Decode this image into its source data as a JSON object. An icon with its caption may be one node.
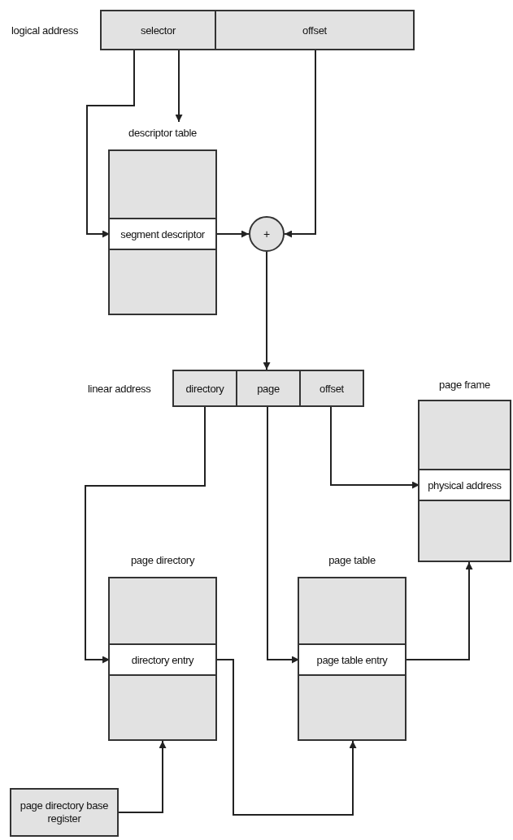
{
  "diagram": {
    "nodes": [
      {
        "text": [
          "logical address"
        ]
      },
      {
        "text": [
          "selector"
        ],
        "in": 0
      },
      {
        "text": [
          "offset"
        ],
        "in": 0
      },
      {
        "text": [
          "descriptor table"
        ]
      },
      {
        "text": [
          "segment descriptor"
        ],
        "in": 3
      },
      {
        "text": [
          "+"
        ]
      },
      {
        "text": [
          "linear address"
        ]
      },
      {
        "text": [
          "directory"
        ],
        "in": 6
      },
      {
        "text": [
          "page"
        ],
        "in": 6
      },
      {
        "text": [
          "offset"
        ],
        "in": 6
      },
      {
        "text": [
          "page frame"
        ]
      },
      {
        "text": [
          "physical address"
        ],
        "in": 10
      },
      {
        "text": [
          "page directory"
        ]
      },
      {
        "text": [
          "directory entry"
        ],
        "in": 12
      },
      {
        "text": [
          "page table"
        ]
      },
      {
        "text": [
          "page table entry"
        ],
        "in": 14
      },
      {
        "text": [
          "page directory base register"
        ]
      }
    ],
    "edges": [
      {
        "from": 1,
        "to": 4,
        "arrow": "to"
      },
      {
        "from": 1,
        "to": 3,
        "arrow": "to"
      },
      {
        "from": 2,
        "to": 5,
        "arrow": "to"
      },
      {
        "from": 4,
        "to": 5,
        "arrow": "to"
      },
      {
        "from": 5,
        "to": 6,
        "arrow": "to"
      },
      {
        "from": 7,
        "to": 13,
        "arrow": "to"
      },
      {
        "from": 8,
        "to": 15,
        "arrow": "to"
      },
      {
        "from": 9,
        "to": 11,
        "arrow": "to"
      },
      {
        "from": 13,
        "to": 14,
        "arrow": "to"
      },
      {
        "from": 15,
        "to": 10,
        "arrow": "to"
      },
      {
        "from": 16,
        "to": 12,
        "arrow": "to"
      }
    ]
  }
}
